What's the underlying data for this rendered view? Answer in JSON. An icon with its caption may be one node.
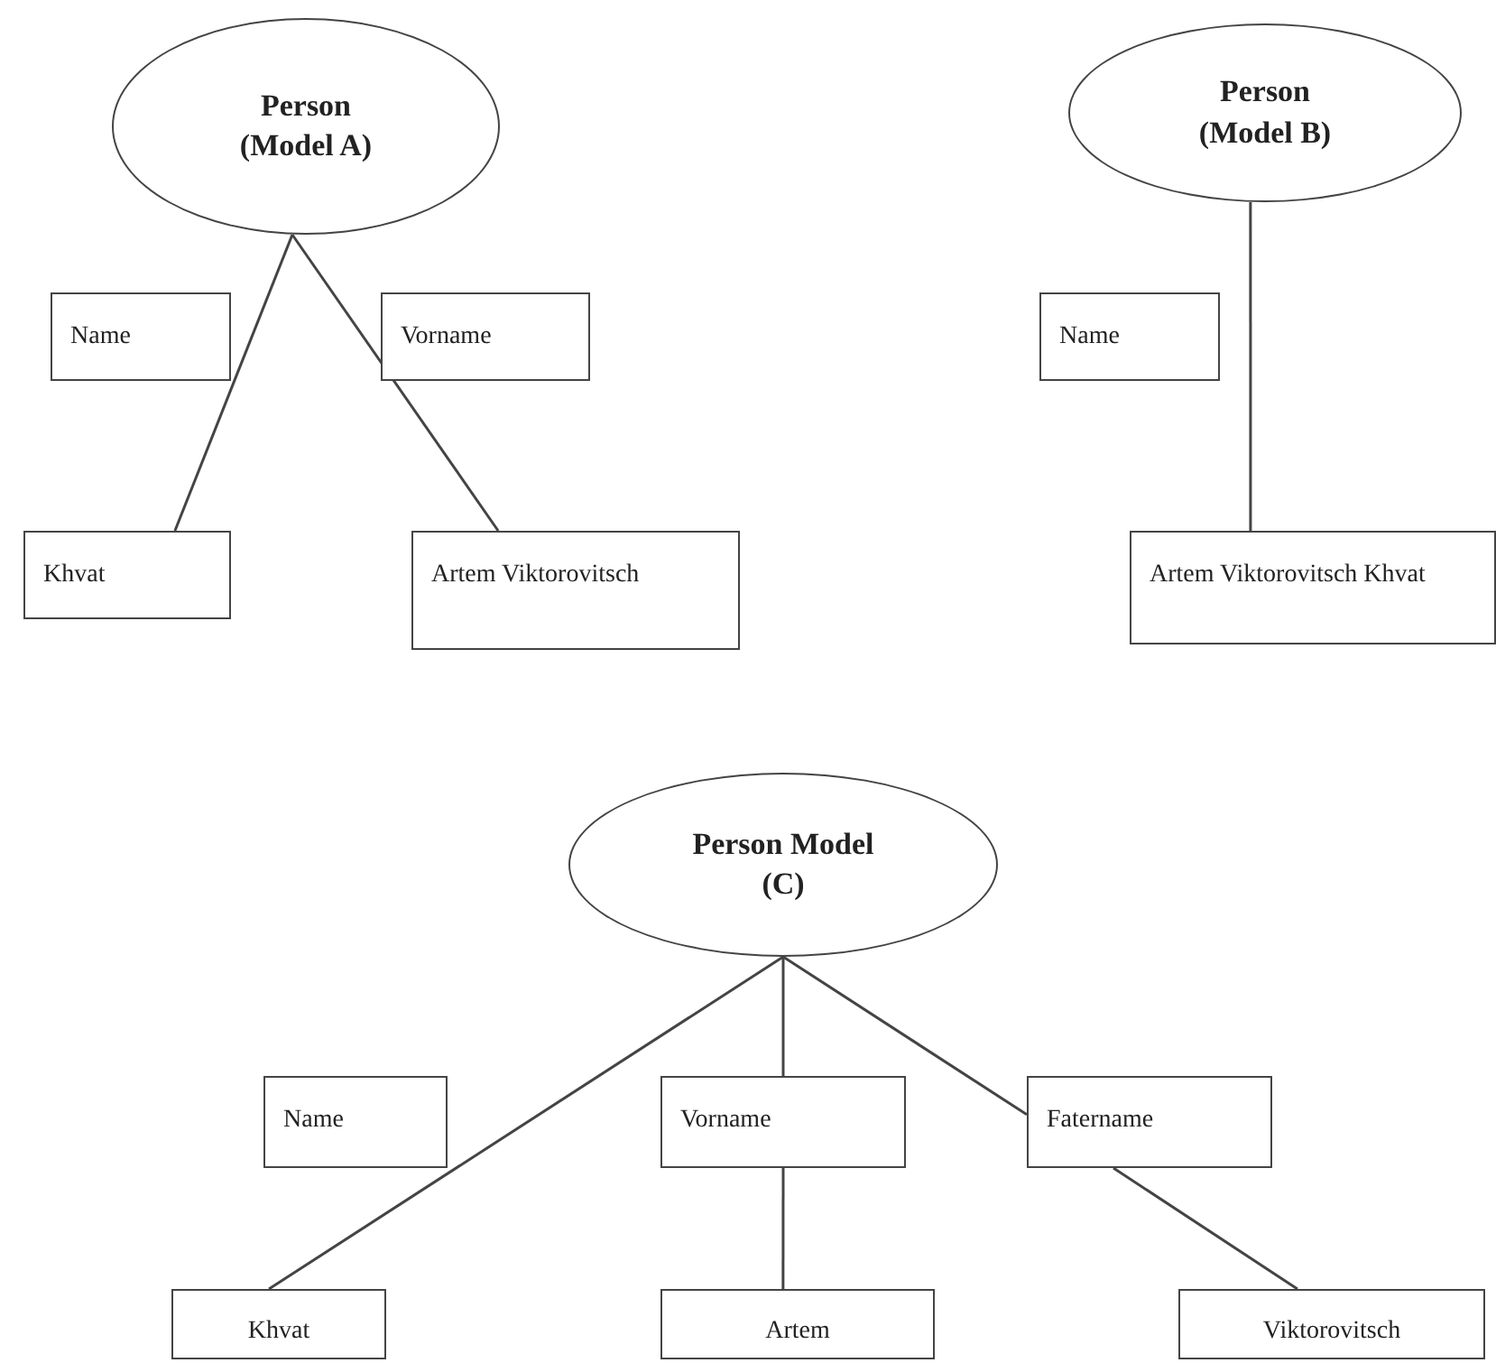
{
  "diagram": {
    "nodes": [
      {
        "text": [
          "Person (Model A)"
        ]
      },
      {
        "text": [
          "Name"
        ]
      },
      {
        "text": [
          "Vorname"
        ]
      },
      {
        "text": [
          "Khvat"
        ]
      },
      {
        "text": [
          "Artem Viktorovitsch"
        ]
      },
      {
        "text": [
          "Person (Model B)"
        ]
      },
      {
        "text": [
          "Name"
        ]
      },
      {
        "text": [
          "Artem Viktorovitsch Khvat"
        ]
      },
      {
        "text": [
          "Person Model (C)"
        ]
      },
      {
        "text": [
          "Name"
        ]
      },
      {
        "text": [
          "Vorname"
        ]
      },
      {
        "text": [
          "Fatername"
        ]
      },
      {
        "text": [
          "Khvat"
        ]
      },
      {
        "text": [
          "Artem"
        ]
      },
      {
        "text": [
          "Viktorovitsch"
        ]
      }
    ],
    "edges": [
      {
        "from": 0,
        "to": 3,
        "arrow": "none"
      },
      {
        "from": 0,
        "to": 4,
        "arrow": "none"
      },
      {
        "from": 5,
        "to": 7,
        "arrow": "none"
      },
      {
        "from": 8,
        "to": 12,
        "arrow": "none"
      },
      {
        "from": 8,
        "to": 10,
        "arrow": "none"
      },
      {
        "from": 8,
        "to": 11,
        "arrow": "none"
      },
      {
        "from": 10,
        "to": 13,
        "arrow": "none"
      },
      {
        "from": 11,
        "to": 14,
        "arrow": "none"
      }
    ]
  }
}
